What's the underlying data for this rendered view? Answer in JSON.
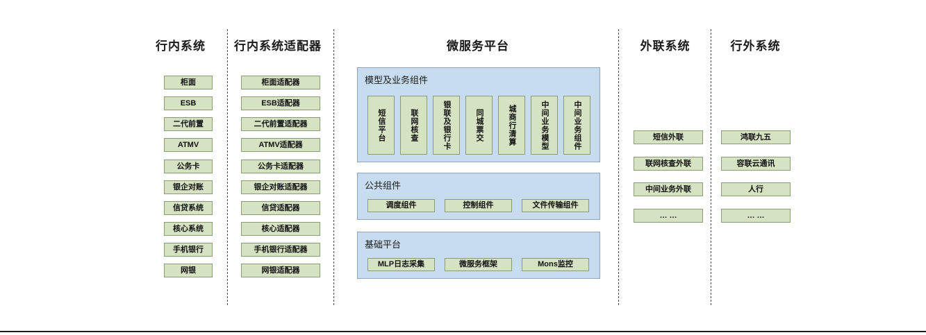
{
  "columns": {
    "internal": {
      "title": "行内系统",
      "items": [
        "柜面",
        "ESB",
        "二代前置",
        "ATMV",
        "公务卡",
        "银企对账",
        "信贷系统",
        "核心系统",
        "手机银行",
        "网银"
      ]
    },
    "adapter": {
      "title": "行内系统适配器",
      "items": [
        "柜面适配器",
        "ESB适配器",
        "二代前置适配器",
        "ATMV适配器",
        "公务卡适配器",
        "银企对账适配器",
        "信贷适配器",
        "核心适配器",
        "手机银行适配器",
        "网银适配器"
      ]
    },
    "platform": {
      "title": "微服务平台",
      "groups": [
        {
          "name": "模型及业务组件",
          "orientation": "vertical",
          "items": [
            "短信平台",
            "联网核查",
            "银联及银行卡",
            "同城票交",
            "城商行清算",
            "中间业务模型",
            "中间业务组件"
          ]
        },
        {
          "name": "公共组件",
          "orientation": "horizontal",
          "items": [
            "调度组件",
            "控制组件",
            "文件传输组件"
          ]
        },
        {
          "name": "基础平台",
          "orientation": "horizontal",
          "items": [
            "MLP日志采集",
            "微服务框架",
            "Mons监控"
          ]
        }
      ]
    },
    "external_link": {
      "title": "外联系统",
      "items": [
        "短信外联",
        "联网核查外联",
        "中间业务外联",
        "… …"
      ]
    },
    "outside": {
      "title": "行外系统",
      "items": [
        "鸿联九五",
        "容联云通讯",
        "人行",
        "… …"
      ]
    }
  },
  "colors": {
    "node_fill": "#d6e3c3",
    "node_border": "#8a9a78",
    "panel_fill": "#c7dcef",
    "panel_border": "#8ba3bb",
    "divider": "#4d4d4d",
    "text": "#1a1a1a"
  }
}
